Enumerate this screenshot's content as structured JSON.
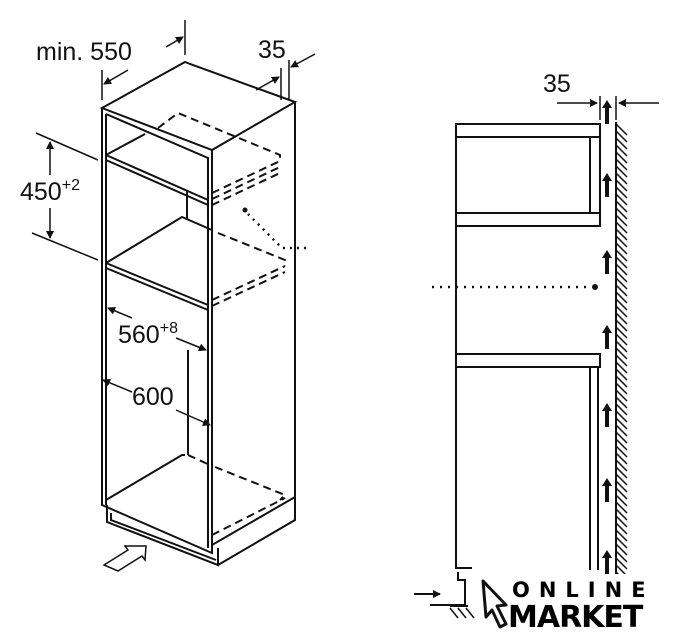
{
  "front_view": {
    "depth_label": "min. 550",
    "gap_label": "35",
    "niche_height": {
      "value": "450",
      "tolerance": "+2"
    },
    "niche_width": {
      "value": "560",
      "tolerance": "+8"
    },
    "cabinet_width": "600"
  },
  "side_view": {
    "gap_label": "35"
  },
  "watermark": {
    "line1": "ONLINE",
    "line2": "MARKET"
  }
}
